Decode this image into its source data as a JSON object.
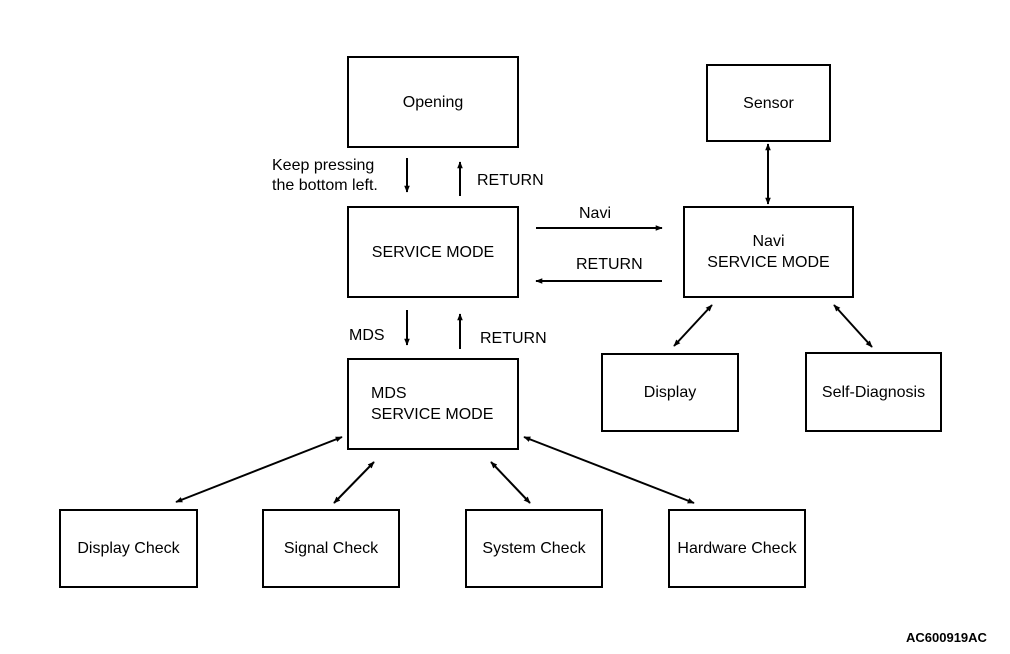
{
  "nodes": {
    "opening": "Opening",
    "service_mode": "SERVICE MODE",
    "mds_service_mode": "MDS\nSERVICE MODE",
    "sensor": "Sensor",
    "navi_service_mode": "Navi\nSERVICE MODE",
    "display": "Display",
    "self_diagnosis": "Self-Diagnosis",
    "display_check": "Display Check",
    "signal_check": "Signal Check",
    "system_check": "System Check",
    "hardware_check": "Hardware Check"
  },
  "edge_labels": {
    "keep_pressing": "Keep pressing\nthe bottom left.",
    "return_top": "RETURN",
    "navi": "Navi",
    "return_navi": "RETURN",
    "mds": "MDS",
    "return_mds": "RETURN"
  },
  "figure_code": "AC600919AC"
}
